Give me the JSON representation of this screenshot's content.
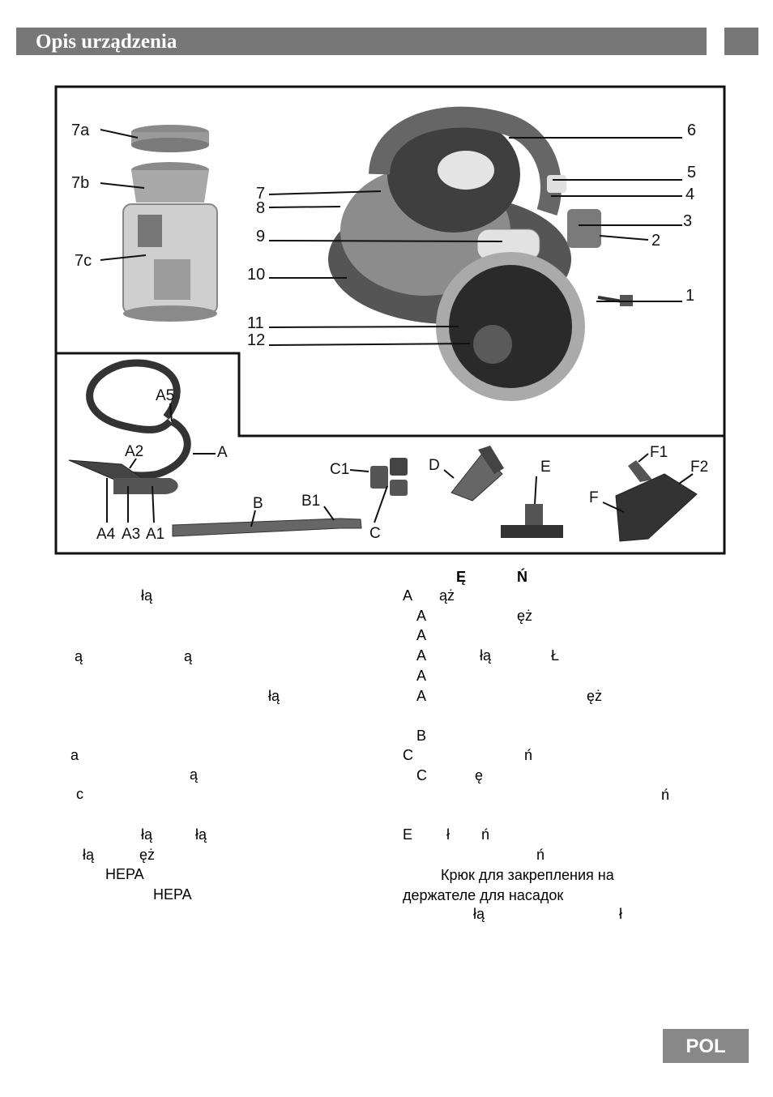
{
  "header": {
    "title": "Opis urządzenia"
  },
  "diagram_labels": {
    "l7a": "7a",
    "l7b": "7b",
    "l7c": "7c",
    "l1": "1",
    "l2": "2",
    "l3": "3",
    "l4": "4",
    "l5": "5",
    "l6": "6",
    "l7": "7",
    "l8": "8",
    "l9": "9",
    "l10": "10",
    "l11": "11",
    "l12": "12",
    "lA": "A",
    "lA1": "A1",
    "lA2": "A2",
    "lA3": "A3",
    "lA4": "A4",
    "lA5": "A5",
    "lB": "B",
    "lB1": "B1",
    "lC": "C",
    "lC1": "C1",
    "lD": "D",
    "lE": "E",
    "lF": "F",
    "lF1": "F1",
    "lF2": "F2"
  },
  "left_column": [
    "łą",
    "ą",
    "ą",
    "łą",
    "a",
    "ą",
    "c",
    "łą",
    "łą",
    "łą",
    "ęż",
    "HEPA",
    "HEPA"
  ],
  "right_column": [
    "Ę",
    "Ń",
    "A",
    "ąż",
    "A",
    "ęż",
    "A",
    "A",
    "łą",
    "Ł",
    "A",
    "A",
    "ęż",
    "B",
    "C",
    "ń",
    "C",
    "ę",
    "ń",
    "E",
    "ł",
    "ń",
    "ń",
    "Крюк для закрепления на",
    "держателе для насадок",
    "łą",
    "ł"
  ],
  "footer": {
    "lang": "POL"
  }
}
